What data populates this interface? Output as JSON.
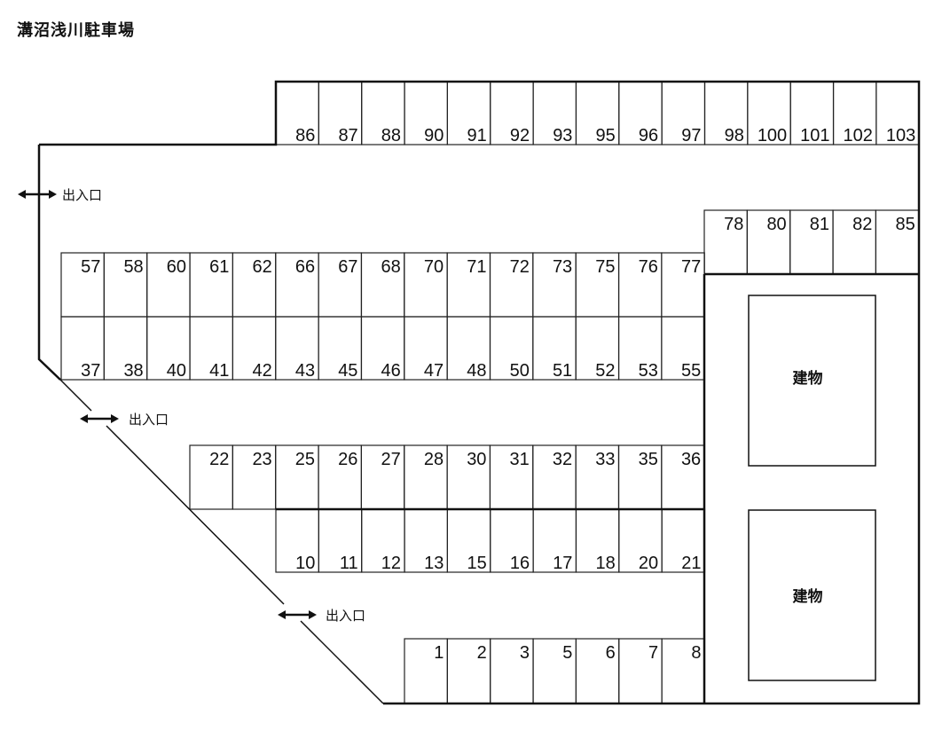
{
  "title": "溝沼浅川駐車場",
  "entrance_label": "出入口",
  "building_label": "建物",
  "rows": [
    {
      "id": "row-86-103",
      "spaces": [
        "86",
        "87",
        "88",
        "90",
        "91",
        "92",
        "93",
        "95",
        "96",
        "97",
        "98",
        "100",
        "101",
        "102",
        "103"
      ]
    },
    {
      "id": "row-78-85",
      "spaces": [
        "78",
        "80",
        "81",
        "82",
        "85"
      ]
    },
    {
      "id": "row-57-77",
      "spaces": [
        "57",
        "58",
        "60",
        "61",
        "62",
        "66",
        "67",
        "68",
        "70",
        "71",
        "72",
        "73",
        "75",
        "76",
        "77"
      ]
    },
    {
      "id": "row-37-55",
      "spaces": [
        "37",
        "38",
        "40",
        "41",
        "42",
        "43",
        "45",
        "46",
        "47",
        "48",
        "50",
        "51",
        "52",
        "53",
        "55"
      ]
    },
    {
      "id": "row-22-36",
      "spaces": [
        "22",
        "23",
        "25",
        "26",
        "27",
        "28",
        "30",
        "31",
        "32",
        "33",
        "35",
        "36"
      ]
    },
    {
      "id": "row-10-21",
      "spaces": [
        "10",
        "11",
        "12",
        "13",
        "15",
        "16",
        "17",
        "18",
        "20",
        "21"
      ]
    },
    {
      "id": "row-1-8",
      "spaces": [
        "1",
        "2",
        "3",
        "5",
        "6",
        "7",
        "8"
      ]
    }
  ]
}
